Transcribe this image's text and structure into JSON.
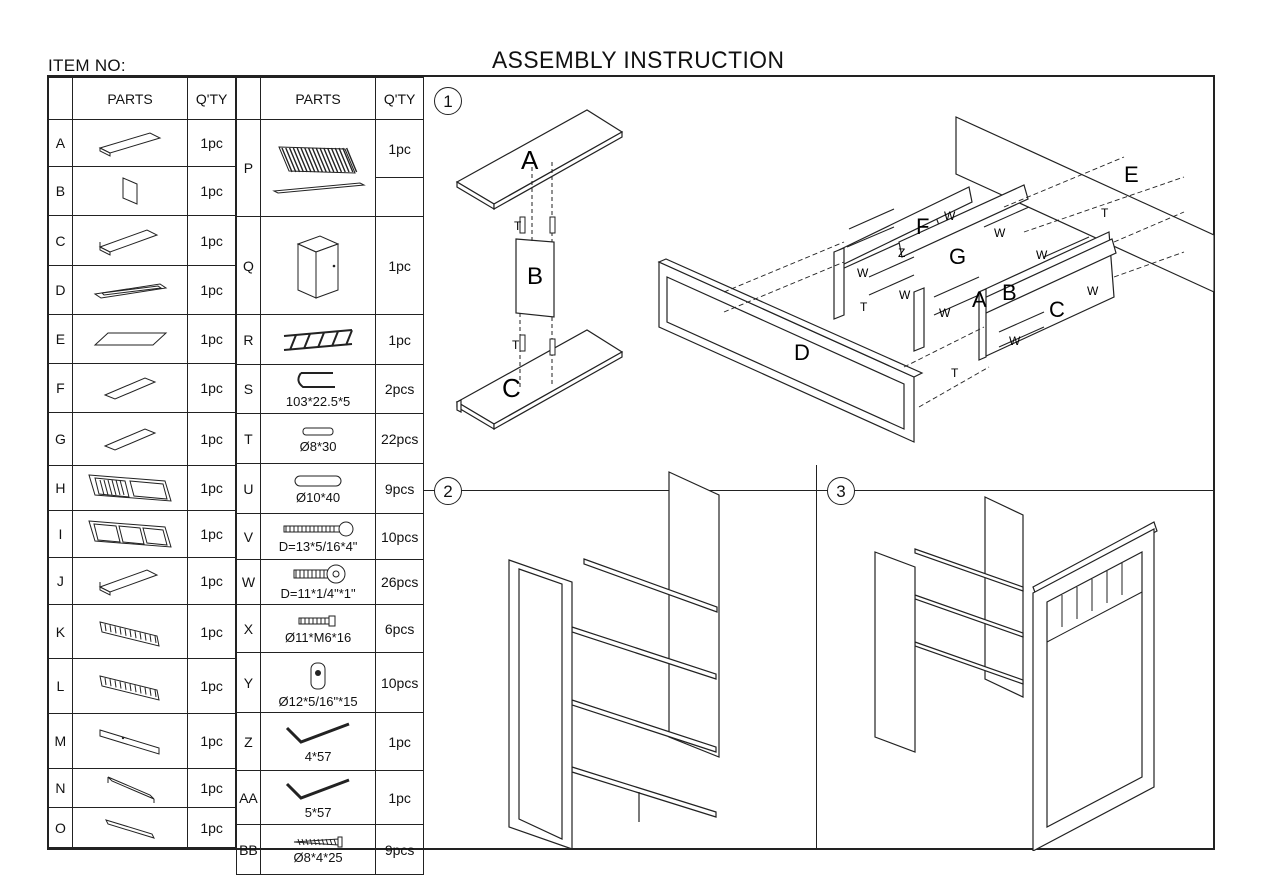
{
  "header": {
    "item_no": "ITEM NO:",
    "title": "ASSEMBLY  INSTRUCTION"
  },
  "table_left": {
    "headers": {
      "parts": "PARTS",
      "qty": "Q'TY"
    },
    "rows": [
      {
        "label": "A",
        "qty": "1pc",
        "icon": "long-panel-icon"
      },
      {
        "label": "B",
        "qty": "1pc",
        "icon": "small-panel-icon"
      },
      {
        "label": "C",
        "qty": "1pc",
        "icon": "shelf-with-lip-icon"
      },
      {
        "label": "D",
        "qty": "1pc",
        "icon": "framed-rail-icon"
      },
      {
        "label": "E",
        "qty": "1pc",
        "icon": "flat-board-icon"
      },
      {
        "label": "F",
        "qty": "1pc",
        "icon": "board-icon"
      },
      {
        "label": "G",
        "qty": "1pc",
        "icon": "board-icon"
      },
      {
        "label": "H",
        "qty": "1pc",
        "icon": "slatted-headboard-icon"
      },
      {
        "label": "I",
        "qty": "1pc",
        "icon": "three-panel-frame-icon"
      },
      {
        "label": "J",
        "qty": "1pc",
        "icon": "shelf-with-lip-icon"
      },
      {
        "label": "K",
        "qty": "1pc",
        "icon": "slatted-rail-icon"
      },
      {
        "label": "L",
        "qty": "1pc",
        "icon": "slatted-rail-icon"
      },
      {
        "label": "M",
        "qty": "1pc",
        "icon": "side-rail-icon"
      },
      {
        "label": "N",
        "qty": "1pc",
        "icon": "bracket-icon"
      },
      {
        "label": "O",
        "qty": "1pc",
        "icon": "bar-icon"
      }
    ]
  },
  "table_right": {
    "headers": {
      "parts": "PARTS",
      "qty": "Q'TY"
    },
    "rows": [
      {
        "label": "P",
        "qty": "1pc",
        "caption": "",
        "icon": "slat-set-icon"
      },
      {
        "label": "Q",
        "qty": "1pc",
        "caption": "",
        "icon": "nightstand-icon"
      },
      {
        "label": "R",
        "qty": "1pc",
        "caption": "",
        "icon": "ladder-icon"
      },
      {
        "label": "S",
        "qty": "2pcs",
        "caption": "103*22.5*5",
        "icon": "hook-icon"
      },
      {
        "label": "T",
        "qty": "22pcs",
        "caption": "Ø8*30",
        "icon": "dowel-icon"
      },
      {
        "label": "U",
        "qty": "9pcs",
        "caption": "Ø10*40",
        "icon": "large-dowel-icon"
      },
      {
        "label": "V",
        "qty": "10pcs",
        "caption": "D=13*5/16*4\"",
        "icon": "bolt-icon"
      },
      {
        "label": "W",
        "qty": "26pcs",
        "caption": "D=11*1/4\"*1\"",
        "icon": "short-bolt-icon"
      },
      {
        "label": "X",
        "qty": "6pcs",
        "caption": "Ø11*M6*16",
        "icon": "cam-bolt-icon"
      },
      {
        "label": "Y",
        "qty": "10pcs",
        "caption": "Ø12*5/16\"*15",
        "icon": "barrel-nut-icon"
      },
      {
        "label": "Z",
        "qty": "1pc",
        "caption": "4*57",
        "icon": "allen-key-icon"
      },
      {
        "label": "AA",
        "qty": "1pc",
        "caption": "5*57",
        "icon": "allen-key-icon"
      },
      {
        "label": "BB",
        "qty": "9pcs",
        "caption": "Ø8*4*25",
        "icon": "screw-icon"
      }
    ]
  },
  "steps": {
    "s1": {
      "num": "1",
      "labels": {
        "A": "A",
        "B": "B",
        "C": "C",
        "D": "D",
        "E": "E",
        "F": "F",
        "G": "G",
        "A2": "A",
        "B2": "B",
        "C2": "C",
        "T": "T",
        "W": "W",
        "Z": "Z"
      }
    },
    "s2": {
      "num": "2"
    },
    "s3": {
      "num": "3"
    }
  }
}
